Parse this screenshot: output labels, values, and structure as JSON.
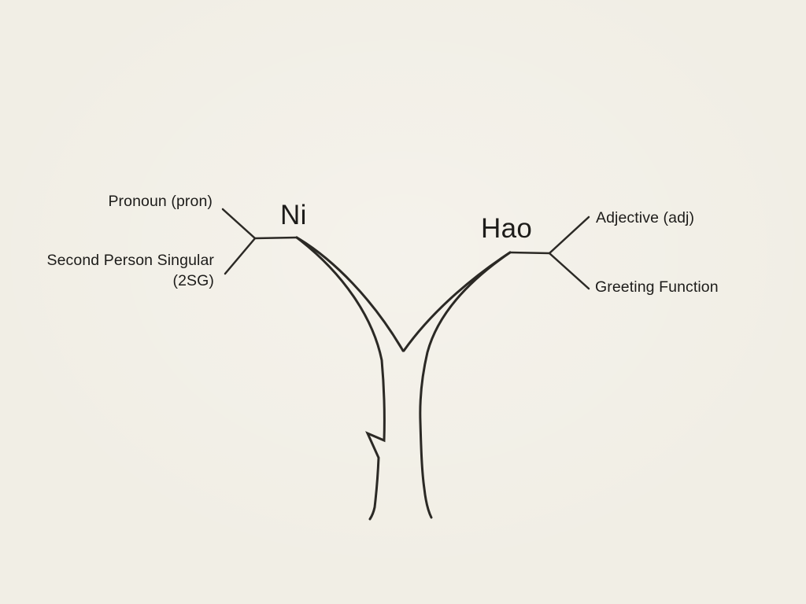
{
  "diagram": {
    "words": {
      "left": "Ni",
      "right": "Hao"
    },
    "left_annotations": {
      "top": "Pronoun (pron)",
      "bottom_line1": "Second Person Singular",
      "bottom_line2": "(2SG)"
    },
    "right_annotations": {
      "top": "Adjective (adj)",
      "bottom": "Greeting Function"
    },
    "colors": {
      "background": "#f1eee5",
      "ink": "#2b2925",
      "text": "#1d1c1a"
    }
  }
}
